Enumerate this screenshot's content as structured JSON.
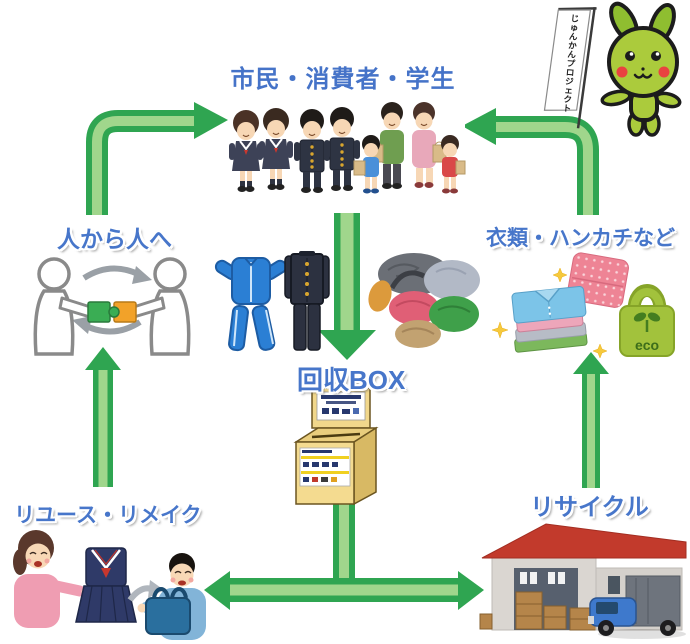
{
  "title": "市民・消費者・学生",
  "mascot": {
    "banner": "じゅんかんプロジェクト"
  },
  "labels": {
    "person_to_person": "人から人へ",
    "clothing": "衣類・ハンカチなど",
    "collection_box": "回収BOX",
    "reuse_remake": "リユース・リメイク",
    "recycle": "リサイクル"
  },
  "eco_bag": "eco",
  "flows": [
    {
      "from": "person_to_person",
      "to": "citizens"
    },
    {
      "from": "clothing",
      "to": "citizens"
    },
    {
      "from": "citizens",
      "to": "collection_box"
    },
    {
      "from": "collection_box",
      "to": "reuse_remake"
    },
    {
      "from": "collection_box",
      "to": "recycle"
    },
    {
      "from": "recycle",
      "to": "clothing"
    },
    {
      "from": "reuse_remake",
      "to": "person_to_person"
    }
  ],
  "colors": {
    "label_blue": "#4776CA",
    "arrow_green_dark": "#2FA551",
    "arrow_green_light": "#A0D68C",
    "box_tan": "#F4DB90",
    "roof_red": "#C23A2C",
    "mascot_green": "#ABCB3C",
    "eco_bag_green": "#A2C23C"
  }
}
